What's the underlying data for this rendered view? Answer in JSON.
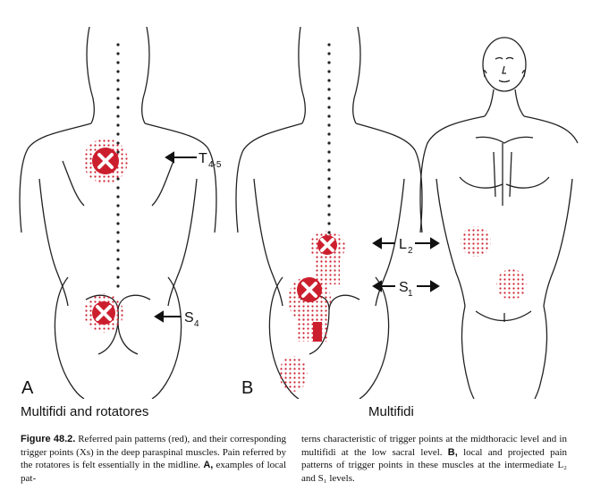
{
  "panel_a": {
    "letter": "A",
    "label_t": "T",
    "label_t_sub": "4-5",
    "label_s": "S",
    "label_s_sub": "4",
    "caption": "Multifidi and rotatores"
  },
  "panel_b": {
    "letter": "B",
    "label_l": "L",
    "label_l_sub": "2",
    "label_s": "S",
    "label_s_sub": "1",
    "caption": "Multifidi"
  },
  "figure_caption": {
    "label": "Figure 48.2.",
    "left_text": "Referred pain patterns (red), and their corresponding trigger points (Xs) in the deep paraspinal muscles. Pain referred by the rotatores is felt essentially in the midline.",
    "a_label": "A,",
    "left_tail": "examples of local pat-",
    "right_text": "terns characteristic of trigger points at the midthoracic level and in multifidi at the low sacral level.",
    "b_label": "B,",
    "right_tail": "local and projected pain patterns of trigger points in these muscles at the intermediate L₂ and S₁ levels."
  },
  "colors": {
    "pain": "#cc1f2e",
    "outline": "#222222"
  }
}
